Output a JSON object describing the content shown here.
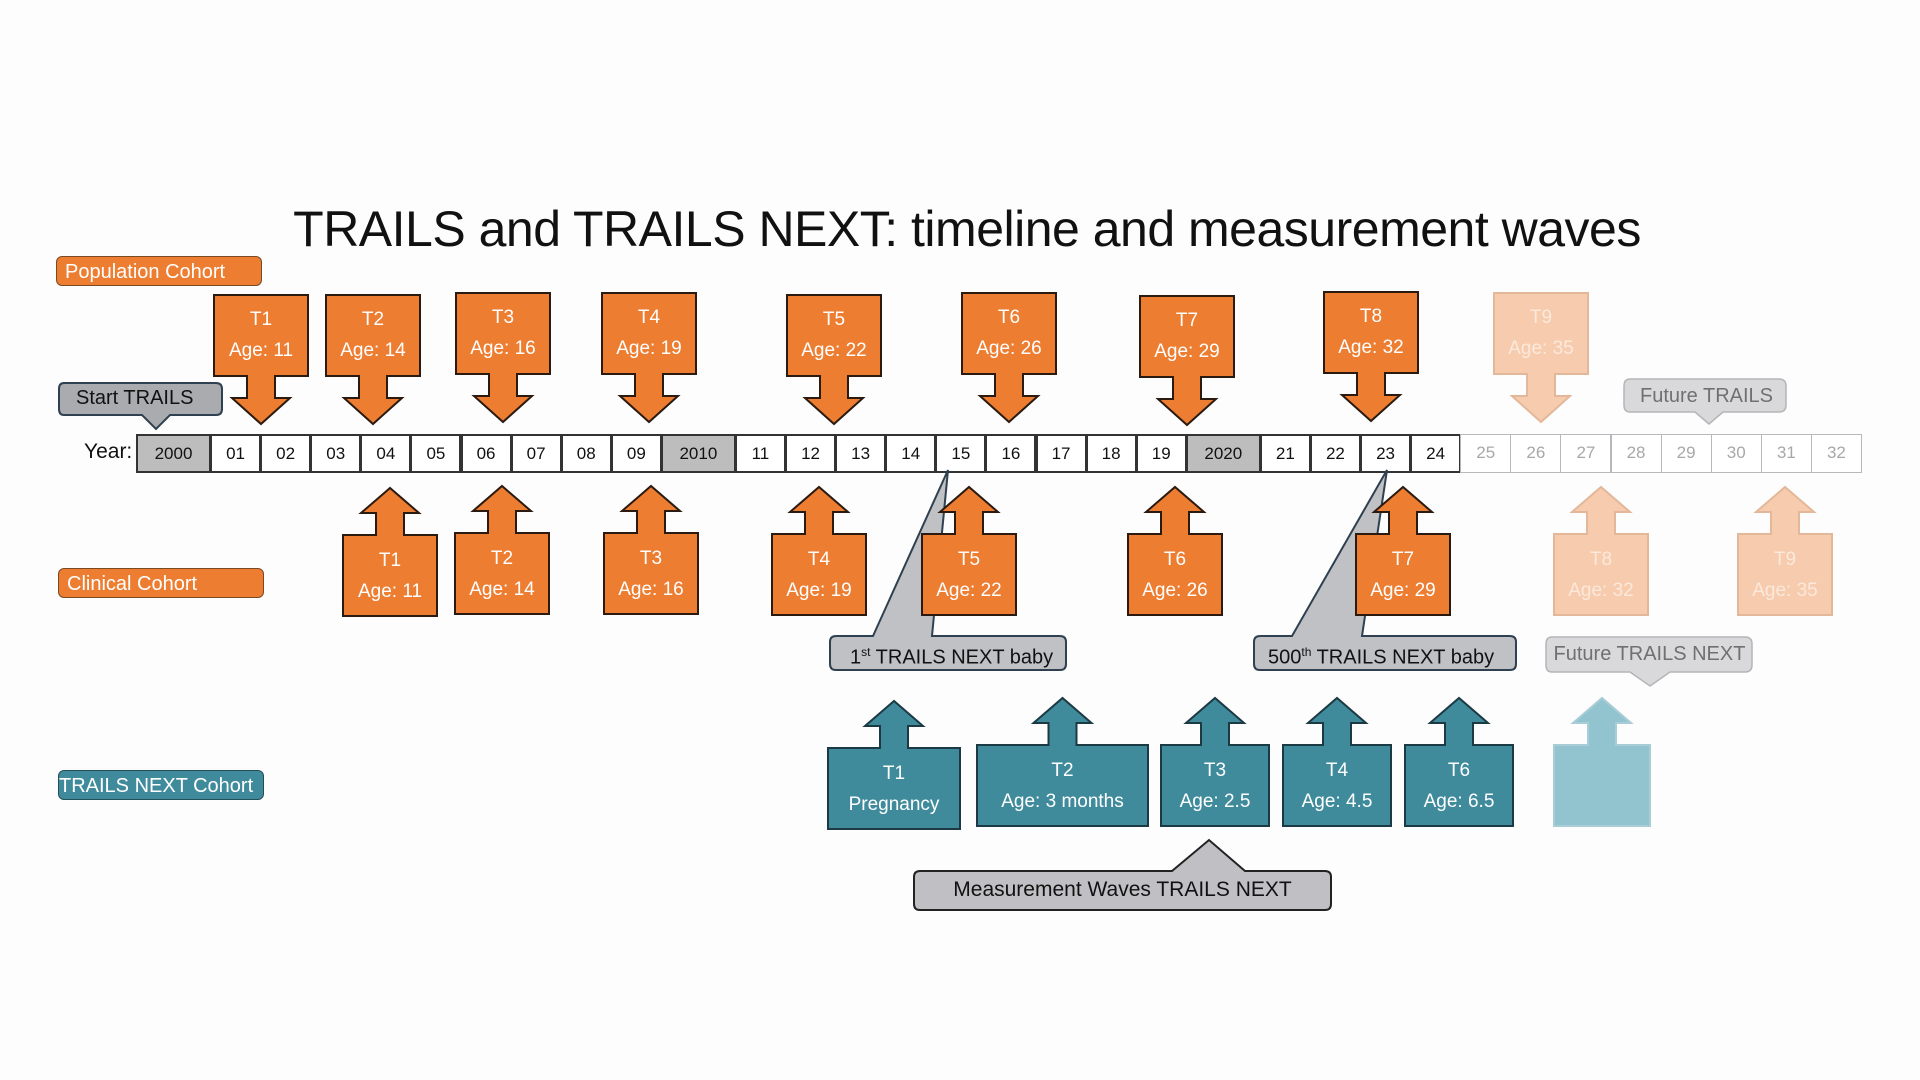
{
  "title": "TRAILS and TRAILS NEXT: timeline and measurement waves",
  "colors": {
    "orange": "#ed7d31",
    "orange_future": "#f7cbad",
    "teal": "#3f8b9c",
    "teal_future": "#92c4d0",
    "decade_gray": "#bdbdbd",
    "callout_gray": "#c0c0c4"
  },
  "labels": {
    "population_cohort": "Population Cohort",
    "clinical_cohort": "Clinical Cohort",
    "trails_next_cohort": "TRAILS NEXT Cohort",
    "year": "Year:"
  },
  "callouts": {
    "start_trails": "Start TRAILS",
    "future_trails": "Future TRAILS",
    "first_baby_num": "1",
    "first_baby_sup": "st",
    "first_baby_rest": " TRAILS NEXT baby",
    "baby500_num": "500",
    "baby500_sup": "th",
    "baby500_rest": " TRAILS NEXT baby",
    "future_trails_next": "Future TRAILS NEXT",
    "measurement_waves": "Measurement Waves TRAILS NEXT"
  },
  "years": [
    {
      "label": "2000",
      "decade": true,
      "future": false
    },
    {
      "label": "01",
      "decade": false,
      "future": false
    },
    {
      "label": "02",
      "decade": false,
      "future": false
    },
    {
      "label": "03",
      "decade": false,
      "future": false
    },
    {
      "label": "04",
      "decade": false,
      "future": false
    },
    {
      "label": "05",
      "decade": false,
      "future": false
    },
    {
      "label": "06",
      "decade": false,
      "future": false
    },
    {
      "label": "07",
      "decade": false,
      "future": false
    },
    {
      "label": "08",
      "decade": false,
      "future": false
    },
    {
      "label": "09",
      "decade": false,
      "future": false
    },
    {
      "label": "2010",
      "decade": true,
      "future": false
    },
    {
      "label": "11",
      "decade": false,
      "future": false
    },
    {
      "label": "12",
      "decade": false,
      "future": false
    },
    {
      "label": "13",
      "decade": false,
      "future": false
    },
    {
      "label": "14",
      "decade": false,
      "future": false
    },
    {
      "label": "15",
      "decade": false,
      "future": false
    },
    {
      "label": "16",
      "decade": false,
      "future": false
    },
    {
      "label": "17",
      "decade": false,
      "future": false
    },
    {
      "label": "18",
      "decade": false,
      "future": false
    },
    {
      "label": "19",
      "decade": false,
      "future": false
    },
    {
      "label": "2020",
      "decade": true,
      "future": false
    },
    {
      "label": "21",
      "decade": false,
      "future": false
    },
    {
      "label": "22",
      "decade": false,
      "future": false
    },
    {
      "label": "23",
      "decade": false,
      "future": false
    },
    {
      "label": "24",
      "decade": false,
      "future": false
    },
    {
      "label": "25",
      "decade": false,
      "future": true
    },
    {
      "label": "26",
      "decade": false,
      "future": true
    },
    {
      "label": "27",
      "decade": false,
      "future": true
    },
    {
      "label": "28",
      "decade": false,
      "future": true
    },
    {
      "label": "29",
      "decade": false,
      "future": true
    },
    {
      "label": "30",
      "decade": false,
      "future": true
    },
    {
      "label": "31",
      "decade": false,
      "future": true
    },
    {
      "label": "32",
      "decade": false,
      "future": true
    }
  ],
  "population_waves": [
    {
      "wave": "T1",
      "age": "Age: 11",
      "future": false
    },
    {
      "wave": "T2",
      "age": "Age: 14",
      "future": false
    },
    {
      "wave": "T3",
      "age": "Age: 16",
      "future": false
    },
    {
      "wave": "T4",
      "age": "Age: 19",
      "future": false
    },
    {
      "wave": "T5",
      "age": "Age: 22",
      "future": false
    },
    {
      "wave": "T6",
      "age": "Age: 26",
      "future": false
    },
    {
      "wave": "T7",
      "age": "Age: 29",
      "future": false
    },
    {
      "wave": "T8",
      "age": "Age: 32",
      "future": false
    },
    {
      "wave": "T9",
      "age": "Age: 35",
      "future": true
    }
  ],
  "clinical_waves": [
    {
      "wave": "T1",
      "age": "Age: 11",
      "future": false
    },
    {
      "wave": "T2",
      "age": "Age: 14",
      "future": false
    },
    {
      "wave": "T3",
      "age": "Age: 16",
      "future": false
    },
    {
      "wave": "T4",
      "age": "Age: 19",
      "future": false
    },
    {
      "wave": "T5",
      "age": "Age: 22",
      "future": false
    },
    {
      "wave": "T6",
      "age": "Age: 26",
      "future": false
    },
    {
      "wave": "T7",
      "age": "Age: 29",
      "future": false
    },
    {
      "wave": "T8",
      "age": "Age: 32",
      "future": true
    },
    {
      "wave": "T9",
      "age": "Age: 35",
      "future": true
    }
  ],
  "next_waves": [
    {
      "wave": "T1",
      "age": "Pregnancy",
      "future": false
    },
    {
      "wave": "T2",
      "age": "Age: 3 months",
      "future": false
    },
    {
      "wave": "T3",
      "age": "Age: 2.5",
      "future": false
    },
    {
      "wave": "T4",
      "age": "Age: 4.5",
      "future": false
    },
    {
      "wave": "T6",
      "age": "Age: 6.5",
      "future": false
    },
    {
      "wave": "",
      "age": "",
      "future": true
    }
  ]
}
